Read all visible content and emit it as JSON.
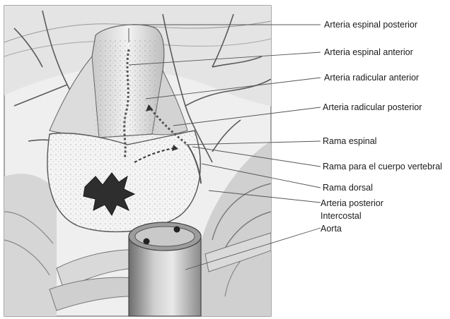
{
  "labels": {
    "arteria_espinal_posterior": "Arteria espinal posterior",
    "arteria_espinal_anterior": "Arteria espinal anterior",
    "arteria_radicular_anterior": "Arteria radicular anterior",
    "arteria_radicular_posterior": "Arteria radicular posterior",
    "rama_espinal": "Rama espinal",
    "rama_cuerpo_vertebral": "Rama para el cuerpo vertebral",
    "rama_dorsal": "Rama dorsal",
    "arteria_posterior": "Arteria posterior",
    "intercostal": "Intercostal",
    "aorta": "Aorta"
  }
}
